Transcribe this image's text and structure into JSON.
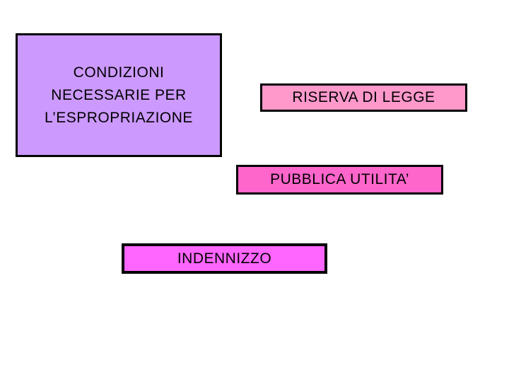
{
  "slide": {
    "background_color": "#ffffff",
    "border_color": "#000000",
    "text_color": "#000000",
    "title_box": {
      "lines": [
        "CONDIZIONI",
        "NECESSARIE PER",
        "L’ESPROPRIAZIONE"
      ],
      "full_text": "CONDIZIONI NECESSARIE PER L’ESPROPRIAZIONE",
      "fill": "#cc99ff"
    },
    "boxes": {
      "riserva": {
        "label": "RISERVA DI LEGGE",
        "fill": "#ff99cc"
      },
      "pubblica": {
        "label": "PUBBLICA UTILITA’",
        "fill": "#ff66cc"
      },
      "indennizzo": {
        "label": "INDENNIZZO",
        "fill": "#ff66ff"
      }
    }
  }
}
